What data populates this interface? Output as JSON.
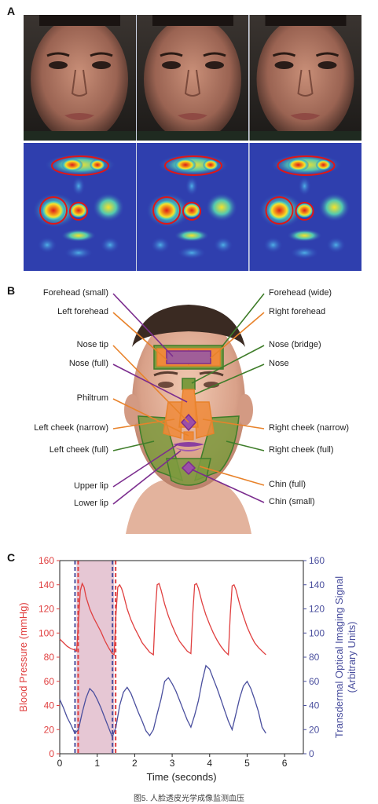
{
  "panels": {
    "a_label": "A",
    "b_label": "B",
    "c_label": "C"
  },
  "face_regions": {
    "left": [
      {
        "label": "Forehead (small)",
        "color": "#7b2d8e"
      },
      {
        "label": "Left forehead",
        "color": "#e8822a"
      },
      {
        "label": "Nose tip",
        "color": "#e8822a"
      },
      {
        "label": "Nose (full)",
        "color": "#7b2d8e"
      },
      {
        "label": "Philtrum",
        "color": "#e8822a"
      },
      {
        "label": "Left cheek (narrow)",
        "color": "#e8822a"
      },
      {
        "label": "Left cheek (full)",
        "color": "#3f7d2a"
      },
      {
        "label": "Upper lip",
        "color": "#7b2d8e"
      },
      {
        "label": "Lower lip",
        "color": "#7b2d8e"
      }
    ],
    "right": [
      {
        "label": "Forehead (wide)",
        "color": "#3f7d2a"
      },
      {
        "label": "Right forehead",
        "color": "#e8822a"
      },
      {
        "label": "Nose (bridge)",
        "color": "#3f7d2a"
      },
      {
        "label": "Nose",
        "color": "#3f7d2a"
      },
      {
        "label": "Right cheek (narrow)",
        "color": "#e8822a"
      },
      {
        "label": "Right cheek (full)",
        "color": "#3f7d2a"
      },
      {
        "label": "Chin (full)",
        "color": "#e8822a"
      },
      {
        "label": "Chin (small)",
        "color": "#7b2d8e"
      }
    ]
  },
  "chart_data": {
    "type": "line",
    "xlabel": "Time (seconds)",
    "ylabel": "Blood Pressure (mmHg)",
    "y2label_line1": "Transdermal Optical Imaging Signal",
    "y2label_line2": "(Arbitrary Units)",
    "xlim": [
      0,
      6.5
    ],
    "ylim": [
      0,
      160
    ],
    "y2lim": [
      0,
      160
    ],
    "xticks": [
      0,
      1,
      2,
      3,
      4,
      5,
      6
    ],
    "yticks": [
      0,
      20,
      40,
      60,
      80,
      100,
      120,
      140,
      160
    ],
    "y2ticks": [
      0,
      20,
      40,
      60,
      80,
      100,
      120,
      140,
      160
    ],
    "highlight_x": [
      0.45,
      1.45
    ],
    "colors": {
      "bp": "#e04040",
      "toi": "#4a4f9e",
      "highlight": "#d9a9bd"
    },
    "series": [
      {
        "key": "bp",
        "axis": "left",
        "x": [
          0.0,
          0.1,
          0.2,
          0.3,
          0.4,
          0.45,
          0.5,
          0.55,
          0.6,
          0.65,
          0.7,
          0.8,
          0.9,
          1.0,
          1.1,
          1.2,
          1.3,
          1.4,
          1.45,
          1.5,
          1.55,
          1.6,
          1.65,
          1.7,
          1.8,
          1.9,
          2.0,
          2.1,
          2.2,
          2.3,
          2.4,
          2.5,
          2.55,
          2.6,
          2.65,
          2.7,
          2.8,
          2.9,
          3.0,
          3.1,
          3.2,
          3.3,
          3.4,
          3.5,
          3.55,
          3.6,
          3.65,
          3.7,
          3.8,
          3.9,
          4.0,
          4.1,
          4.2,
          4.3,
          4.4,
          4.5,
          4.55,
          4.6,
          4.65,
          4.7,
          4.8,
          4.9,
          5.0,
          5.1,
          5.2,
          5.3,
          5.4,
          5.5
        ],
        "y": [
          95,
          92,
          89,
          87,
          86,
          85,
          110,
          135,
          141,
          138,
          130,
          120,
          113,
          107,
          101,
          94,
          88,
          83,
          82,
          115,
          138,
          140,
          137,
          132,
          120,
          111,
          104,
          98,
          92,
          88,
          84,
          82,
          118,
          140,
          141,
          136,
          124,
          114,
          106,
          99,
          93,
          89,
          85,
          83,
          116,
          140,
          141,
          137,
          125,
          115,
          107,
          100,
          94,
          89,
          85,
          82,
          115,
          139,
          140,
          136,
          124,
          114,
          105,
          98,
          92,
          88,
          85,
          82
        ]
      },
      {
        "key": "toi",
        "axis": "right",
        "x": [
          0.0,
          0.1,
          0.2,
          0.3,
          0.4,
          0.5,
          0.6,
          0.7,
          0.8,
          0.9,
          1.0,
          1.1,
          1.2,
          1.3,
          1.4,
          1.5,
          1.6,
          1.7,
          1.8,
          1.9,
          2.0,
          2.1,
          2.2,
          2.3,
          2.4,
          2.5,
          2.6,
          2.7,
          2.8,
          2.9,
          3.0,
          3.1,
          3.2,
          3.3,
          3.4,
          3.5,
          3.6,
          3.7,
          3.8,
          3.9,
          4.0,
          4.1,
          4.2,
          4.3,
          4.4,
          4.5,
          4.6,
          4.7,
          4.8,
          4.9,
          5.0,
          5.1,
          5.2,
          5.3,
          5.4,
          5.5
        ],
        "y": [
          45,
          38,
          30,
          24,
          17,
          20,
          34,
          46,
          54,
          51,
          45,
          38,
          30,
          22,
          14,
          22,
          40,
          51,
          55,
          50,
          42,
          34,
          27,
          19,
          15,
          20,
          33,
          45,
          60,
          63,
          58,
          52,
          44,
          36,
          28,
          22,
          32,
          44,
          60,
          73,
          70,
          62,
          54,
          45,
          36,
          27,
          20,
          33,
          46,
          56,
          60,
          54,
          45,
          35,
          22,
          17
        ]
      }
    ]
  },
  "caption": "图5. 人脸透皮光学成像监测血压"
}
